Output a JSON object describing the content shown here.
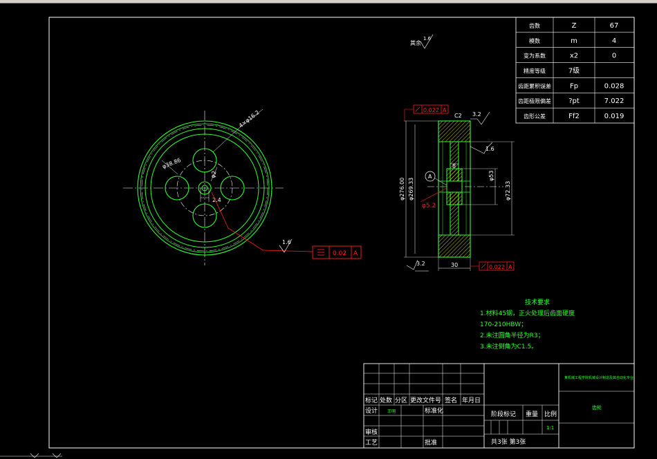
{
  "params": [
    {
      "name": "齿数",
      "sym": "Z",
      "val": "67"
    },
    {
      "name": "模数",
      "sym": "m",
      "val": "4"
    },
    {
      "name": "变为系数",
      "sym": "x2",
      "val": "0"
    },
    {
      "name": "精度等级",
      "sym": "7级",
      "val": ""
    },
    {
      "name": "齿距累积误差",
      "sym": "Fp",
      "val": "0.028"
    },
    {
      "name": "齿距极限偏差",
      "sym": "?pt",
      "val": "7.022"
    },
    {
      "name": "齿形公差",
      "sym": "Ff2",
      "val": "0.019"
    }
  ],
  "roughness_other": {
    "label": "其余",
    "value": "1.6"
  },
  "front_view": {
    "hole_callout": "4×φ16.2",
    "pcd": "φ38.86",
    "bore": "φ2",
    "keyway": "2.4",
    "roughness": "1.6",
    "tolerance": "0.02",
    "datum": "A"
  },
  "side_view": {
    "runout_top": "0.022",
    "runout_top_datum": "A",
    "runout_bottom": "0.022",
    "runout_bottom_datum": "A",
    "roughness_top": "3.2",
    "roughness_bottom": "3.2",
    "roughness_web": "1.6",
    "chamfer": "C2",
    "datum_bubble": "A",
    "dia_outer": "φ276.00",
    "dia_root": "φ269.33",
    "dia_web": "φ72.33",
    "dia_hub": "φ53",
    "dia_bore": "φ5.2",
    "hub_width": "8",
    "width": "30"
  },
  "tech_req": {
    "title": "技术要求",
    "lines": [
      "1.材料45钢，正火处理后齿面硬度",
      "170-210HBW；",
      "2.未注圆角半径为R3；",
      "3.未注倒角为C1.5。"
    ]
  },
  "title_block": {
    "company": "某机械工程学院机械设计制造及其自动化专业",
    "part": "齿轮",
    "h_mark": "标记",
    "h_count": "处数",
    "h_zone": "分区",
    "h_docno": "更改文件号",
    "h_sign": "签名",
    "h_date": "年月日",
    "design": "设计",
    "design_name": "王明",
    "standard": "标准化",
    "review": "审核",
    "process": "工艺",
    "approve": "批准",
    "stage": "阶段标记",
    "weight": "重量",
    "scale": "比例",
    "scale_val": "1:1",
    "sheets": "共3张 第3张"
  }
}
